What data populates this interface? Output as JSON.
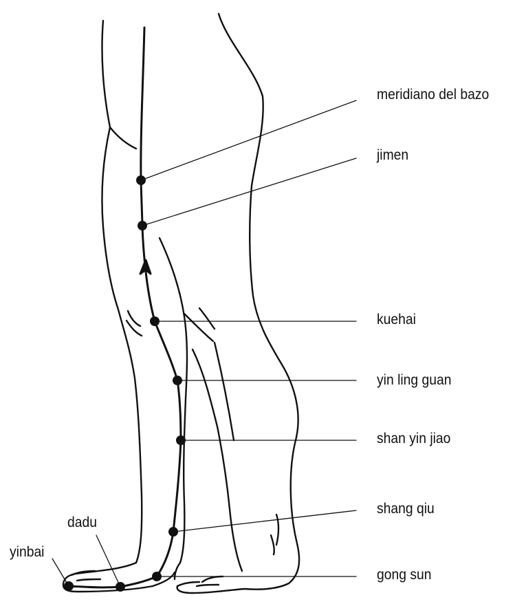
{
  "colors": {
    "ink": "#111111",
    "background": "#ffffff"
  },
  "labels": {
    "meridian": "meridiano del bazo",
    "jimen": "jimen",
    "kuehai": "kuehai",
    "yin_ling_guan": "yin ling guan",
    "shan_yin_jiao": "shan yin jiao",
    "shang_qiu": "shang qiu",
    "gong_sun": "gong sun",
    "dadu": "dadu",
    "yinbai": "yinbai"
  }
}
